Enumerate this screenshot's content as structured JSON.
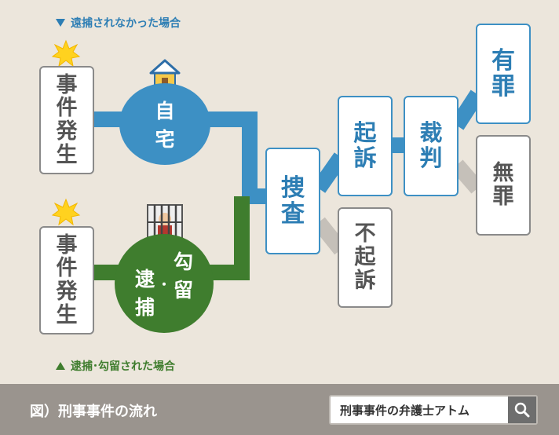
{
  "legend": {
    "not_arrested": "遠捕されなかった場合",
    "arrested": "逮捕･勾留された場合"
  },
  "nodes": {
    "incident_top": [
      "事",
      "件",
      "発",
      "生"
    ],
    "incident_bottom": [
      "事",
      "件",
      "発",
      "生"
    ],
    "home": [
      "自",
      "宅"
    ],
    "arrest_col1": [
      "逮",
      "捕"
    ],
    "arrest_dot": "・",
    "arrest_col2": [
      "勾",
      "留"
    ],
    "investigation": [
      "捜",
      "査"
    ],
    "indictment": [
      "起",
      "訴"
    ],
    "non_indictment": [
      "不",
      "起",
      "訴"
    ],
    "trial": [
      "裁",
      "判"
    ],
    "guilty": [
      "有",
      "罪"
    ],
    "not_guilty": [
      "無",
      "罪"
    ]
  },
  "footer": {
    "title": "図）刑事事件の流れ",
    "search_text": "刑事事件の弁護士アトム"
  },
  "colors": {
    "blue": "#3d90c4",
    "green": "#3f7d2e",
    "gray_line": "#c5c0b9",
    "background": "#ece6dc",
    "footer": "#9a948e",
    "star": "#ffd21f"
  },
  "icons": [
    "star-burst-icon",
    "house-icon",
    "jail-icon",
    "search-icon"
  ]
}
